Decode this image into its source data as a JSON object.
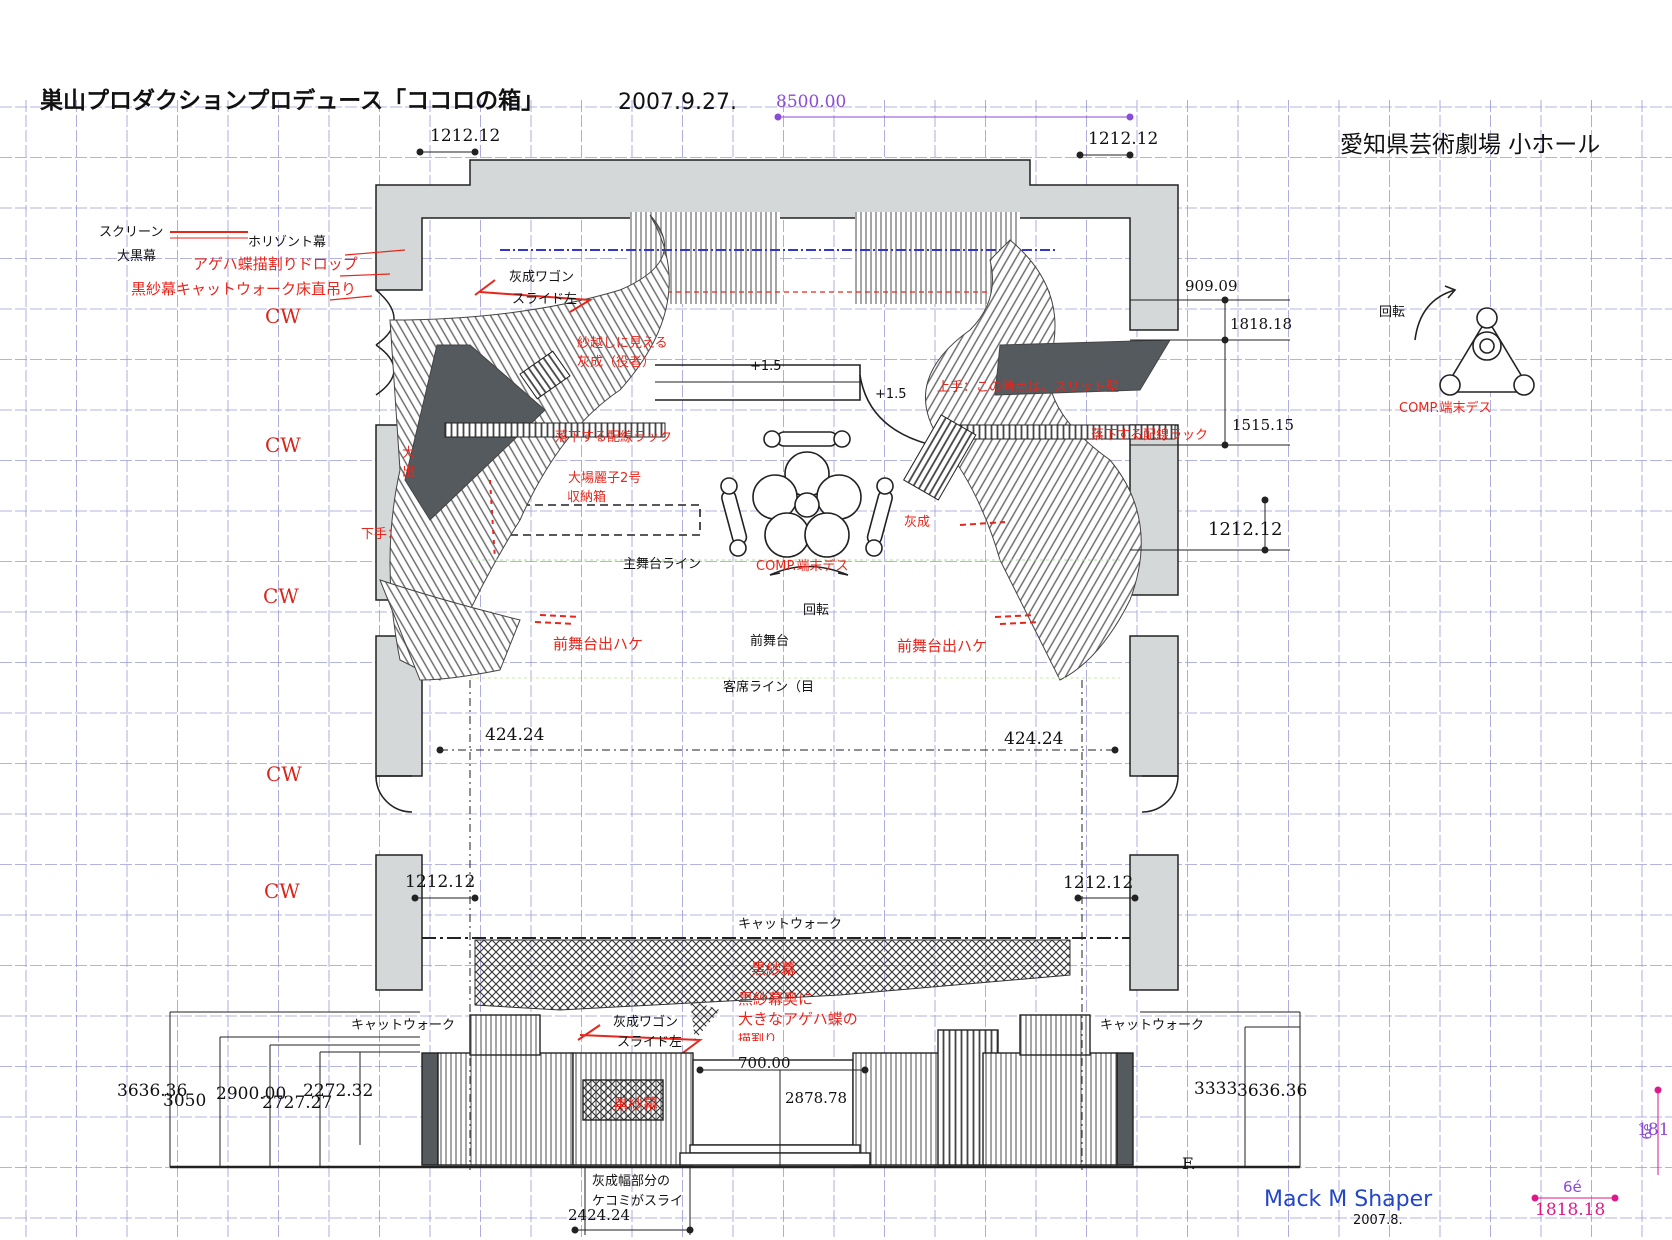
{
  "header": {
    "title": "巣山プロダクションプロデュース「ココロの箱」",
    "date": "2007.9.27.",
    "venue": "愛知県芸術劇場 小ホール",
    "top_dimension": "8500.00"
  },
  "legend": {
    "screen": "スクリーン",
    "horizont": "ホリゾント幕",
    "black_curtain": "大黒幕",
    "butterfly_drop": "アゲハ蝶描割りドロップ",
    "gauze_catwalk": "黒紗幕キャットウォーク床直吊り"
  },
  "cw_labels": [
    "CW",
    "CW",
    "CW",
    "CW",
    "CW"
  ],
  "dimensions": {
    "top_left": "1212.12",
    "top_right": "1212.12",
    "right_909": "909.09",
    "right_1818": "1818.18",
    "right_1515": "1515.15",
    "right_1212": "1212.12",
    "left_424": "424.24",
    "right_424": "424.24",
    "lower_left": "1212.12",
    "lower_right": "1212.12",
    "bottom_700": "700.00",
    "bottom_2878": "2878.78",
    "bottom_2424": "2424.24",
    "left_3636": "3636.36",
    "left_3050": "3050",
    "left_2900": "2900.00",
    "left_2272": "2272.32",
    "left_2727": "2727.27",
    "right_3333": "3333",
    "right_3636": "3636.36",
    "corner_6e": "6é",
    "corner_1818": "1818.18",
    "corner_181": "181",
    "corner_6e_vertical": "6é"
  },
  "stage_labels": {
    "wagon_top": "灰成ワゴン",
    "slide_top": "スライド左",
    "gauze_visible": "紗越しに見える",
    "haisei_actor": "灰成（役者）",
    "plus_left": "+1.5",
    "plus_right": "+1.5",
    "falling_rack_left": "落下する配線ラック",
    "falling_rack_right": "落下する配線ラック",
    "upstage_right_note": "上手：この時点は、スリット壁",
    "oba_box": "大場麗子2号",
    "storage_box": "収納箱",
    "left_clip": "大",
    "left_clip2": "出",
    "shimote": "下手：",
    "haisei": "灰成",
    "comp_center": "COMP.端末デス",
    "main_stage_line": "主舞台ライン",
    "rotate": "回転",
    "front_stage": "前舞台",
    "front_exit_left": "前舞台出ハケ",
    "front_exit_right": "前舞台出ハケ",
    "audience_line": "客席ライン（目",
    "catwalk_center": "キャットウォーク",
    "gauze": "黒紗幕",
    "gauze_back": "黒紗幕奥に",
    "big_butterfly": "大きなアゲハ蝶の",
    "butterfly_clip": "描割り",
    "catwalk_left": "キャットウォーク",
    "catwalk_right": "キャットウォーク",
    "wagon_bottom": "灰成ワゴン",
    "slide_bottom": "スライド左",
    "gauze_bottom": "黒紗幕",
    "kecomi_1": "灰成幅部分の",
    "kecomi_2": "ケコミがスライ",
    "front_mark": "F."
  },
  "inset": {
    "rotate": "回転",
    "comp": "COMP.端末デス"
  },
  "signature": {
    "name": "Mack M Shaper",
    "date": "2007.8."
  },
  "colors": {
    "grid": "#9a9ad6",
    "wall": "#d4d8d8",
    "dark": "#555a5e",
    "red": "#e8261c",
    "blue_sig": "#2345c8",
    "magenta": "#e0198a",
    "purple": "#8a4bd8"
  }
}
